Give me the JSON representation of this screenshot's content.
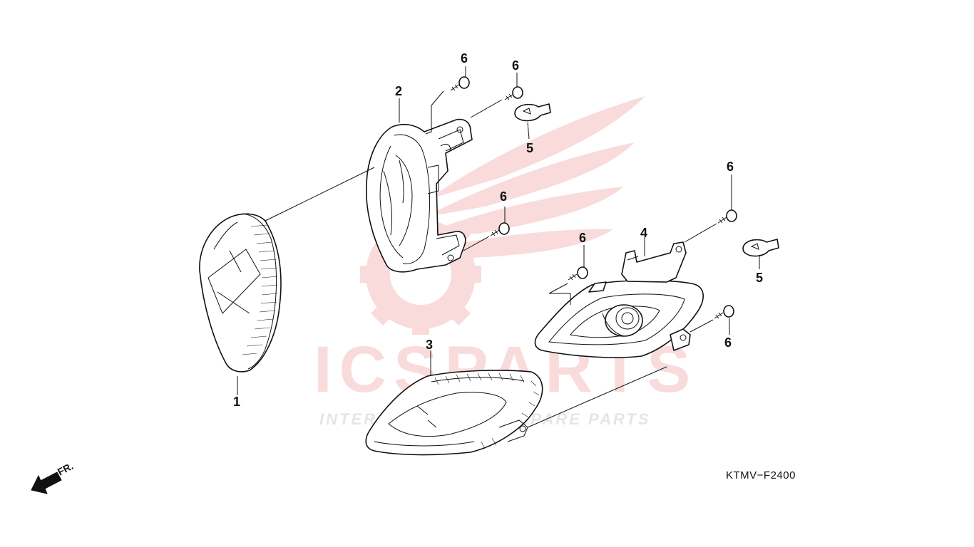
{
  "diagram": {
    "code": "KTMV−F2400",
    "direction_label": "FR.",
    "callouts": {
      "c1": "1",
      "c2": "2",
      "c3": "3",
      "c4": "4",
      "c5a": "5",
      "c5b": "5",
      "c6a": "6",
      "c6b": "6",
      "c6c": "6",
      "c6d": "6",
      "c6e": "6",
      "c6f": "6"
    }
  },
  "watermark": {
    "brand": "ICSPARTS",
    "tagline": "INTERCONTINENTAL SPARE PARTS",
    "color_red": "#e35d5d",
    "color_gray": "#b8b8b8"
  },
  "icons": {
    "direction": "arrow-left-down-icon"
  }
}
